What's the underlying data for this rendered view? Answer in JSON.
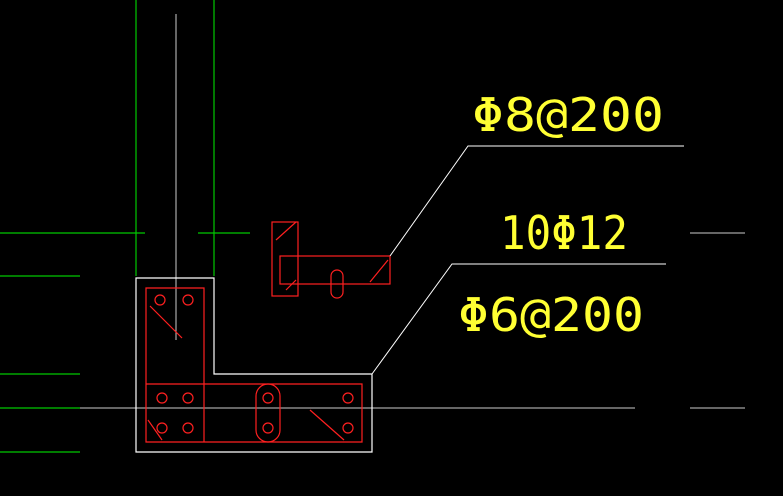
{
  "colors": {
    "background": "#000000",
    "outline": "#ffffff",
    "column_lines": "#00c800",
    "rebar": "#ff2020",
    "leaders": "#ffffff",
    "axis": "#cccccc",
    "annotation_text": "#ffff33"
  },
  "annotations": {
    "stirrup_label": "Φ8@200",
    "main_bar_label": "10Φ12",
    "tie_label": "Φ6@200"
  }
}
